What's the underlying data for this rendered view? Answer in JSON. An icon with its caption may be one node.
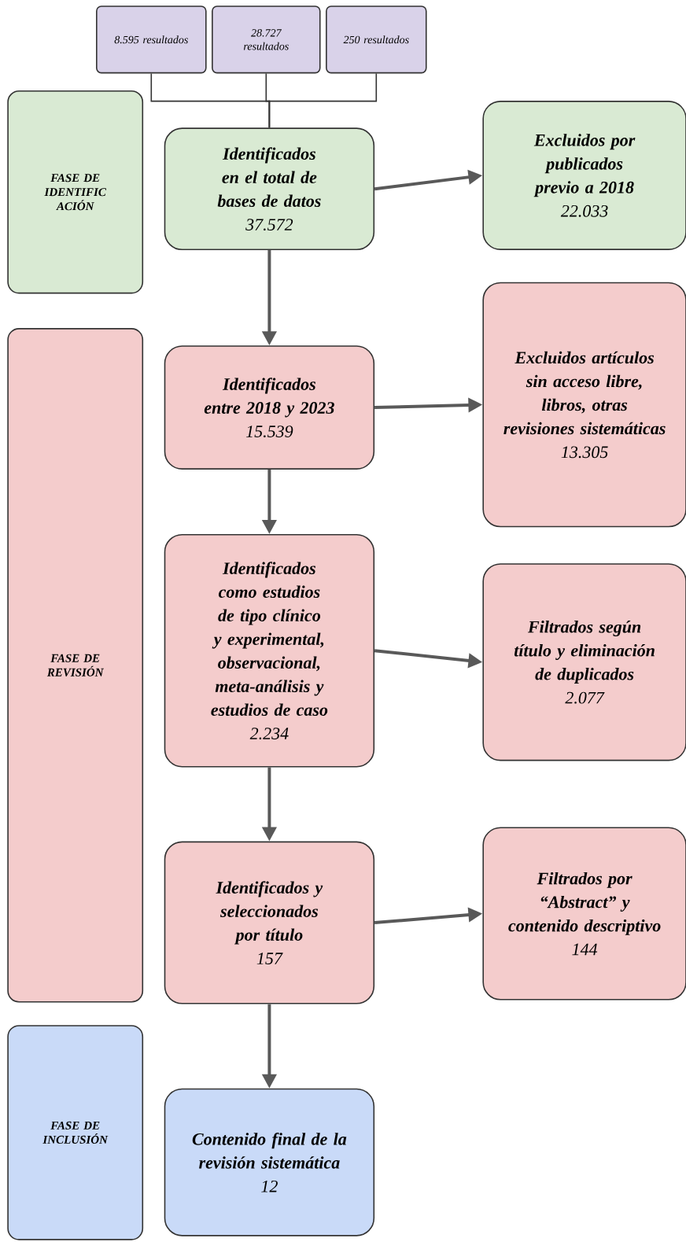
{
  "diagram": {
    "nodes": [
      {
        "text": [
          "8.595 resultados"
        ]
      },
      {
        "text": [
          "28.727 resultados"
        ]
      },
      {
        "text": [
          "250 resultados"
        ]
      },
      {
        "text": [
          "FASE DE IDENTIFIC ACIÓN"
        ]
      },
      {
        "text": [
          "Identificados en el total de bases de datos",
          "37.572"
        ]
      },
      {
        "text": [
          "Excluidos por publicados previo a 2018",
          "22.033"
        ]
      },
      {
        "text": [
          "FASE DE REVISIÓN"
        ]
      },
      {
        "text": [
          "Identificados entre 2018 y 2023",
          "15.539"
        ]
      },
      {
        "text": [
          "Excluidos artículos sin acceso libre, libros, otras revisiones sistemáticas",
          "13.305"
        ]
      },
      {
        "text": [
          "Identificados como estudios de tipo clínico y experimental, observacional, meta-análisis y estudios de caso",
          "2.234"
        ]
      },
      {
        "text": [
          "Filtrados según título y eliminación de duplicados",
          "2.077"
        ]
      },
      {
        "text": [
          "Identificados y seleccionados por título",
          "157"
        ]
      },
      {
        "text": [
          "Filtrados por “Abstract” y contenido descriptivo",
          "144"
        ]
      },
      {
        "text": [
          "FASE DE INCLUSIÓN"
        ]
      },
      {
        "text": [
          "Contenido final de la revisión sistemática",
          "12"
        ]
      }
    ],
    "edges": [
      {
        "from": 0,
        "to": 4,
        "arrow": "none"
      },
      {
        "from": 1,
        "to": 4,
        "arrow": "none"
      },
      {
        "from": 2,
        "to": 4,
        "arrow": "none"
      },
      {
        "from": 4,
        "to": 5,
        "arrow": "to"
      },
      {
        "from": 4,
        "to": 7,
        "arrow": "to"
      },
      {
        "from": 7,
        "to": 8,
        "arrow": "to"
      },
      {
        "from": 7,
        "to": 9,
        "arrow": "to"
      },
      {
        "from": 9,
        "to": 10,
        "arrow": "to"
      },
      {
        "from": 9,
        "to": 11,
        "arrow": "to"
      },
      {
        "from": 11,
        "to": 12,
        "arrow": "to"
      },
      {
        "from": 11,
        "to": 14,
        "arrow": "to"
      }
    ]
  }
}
